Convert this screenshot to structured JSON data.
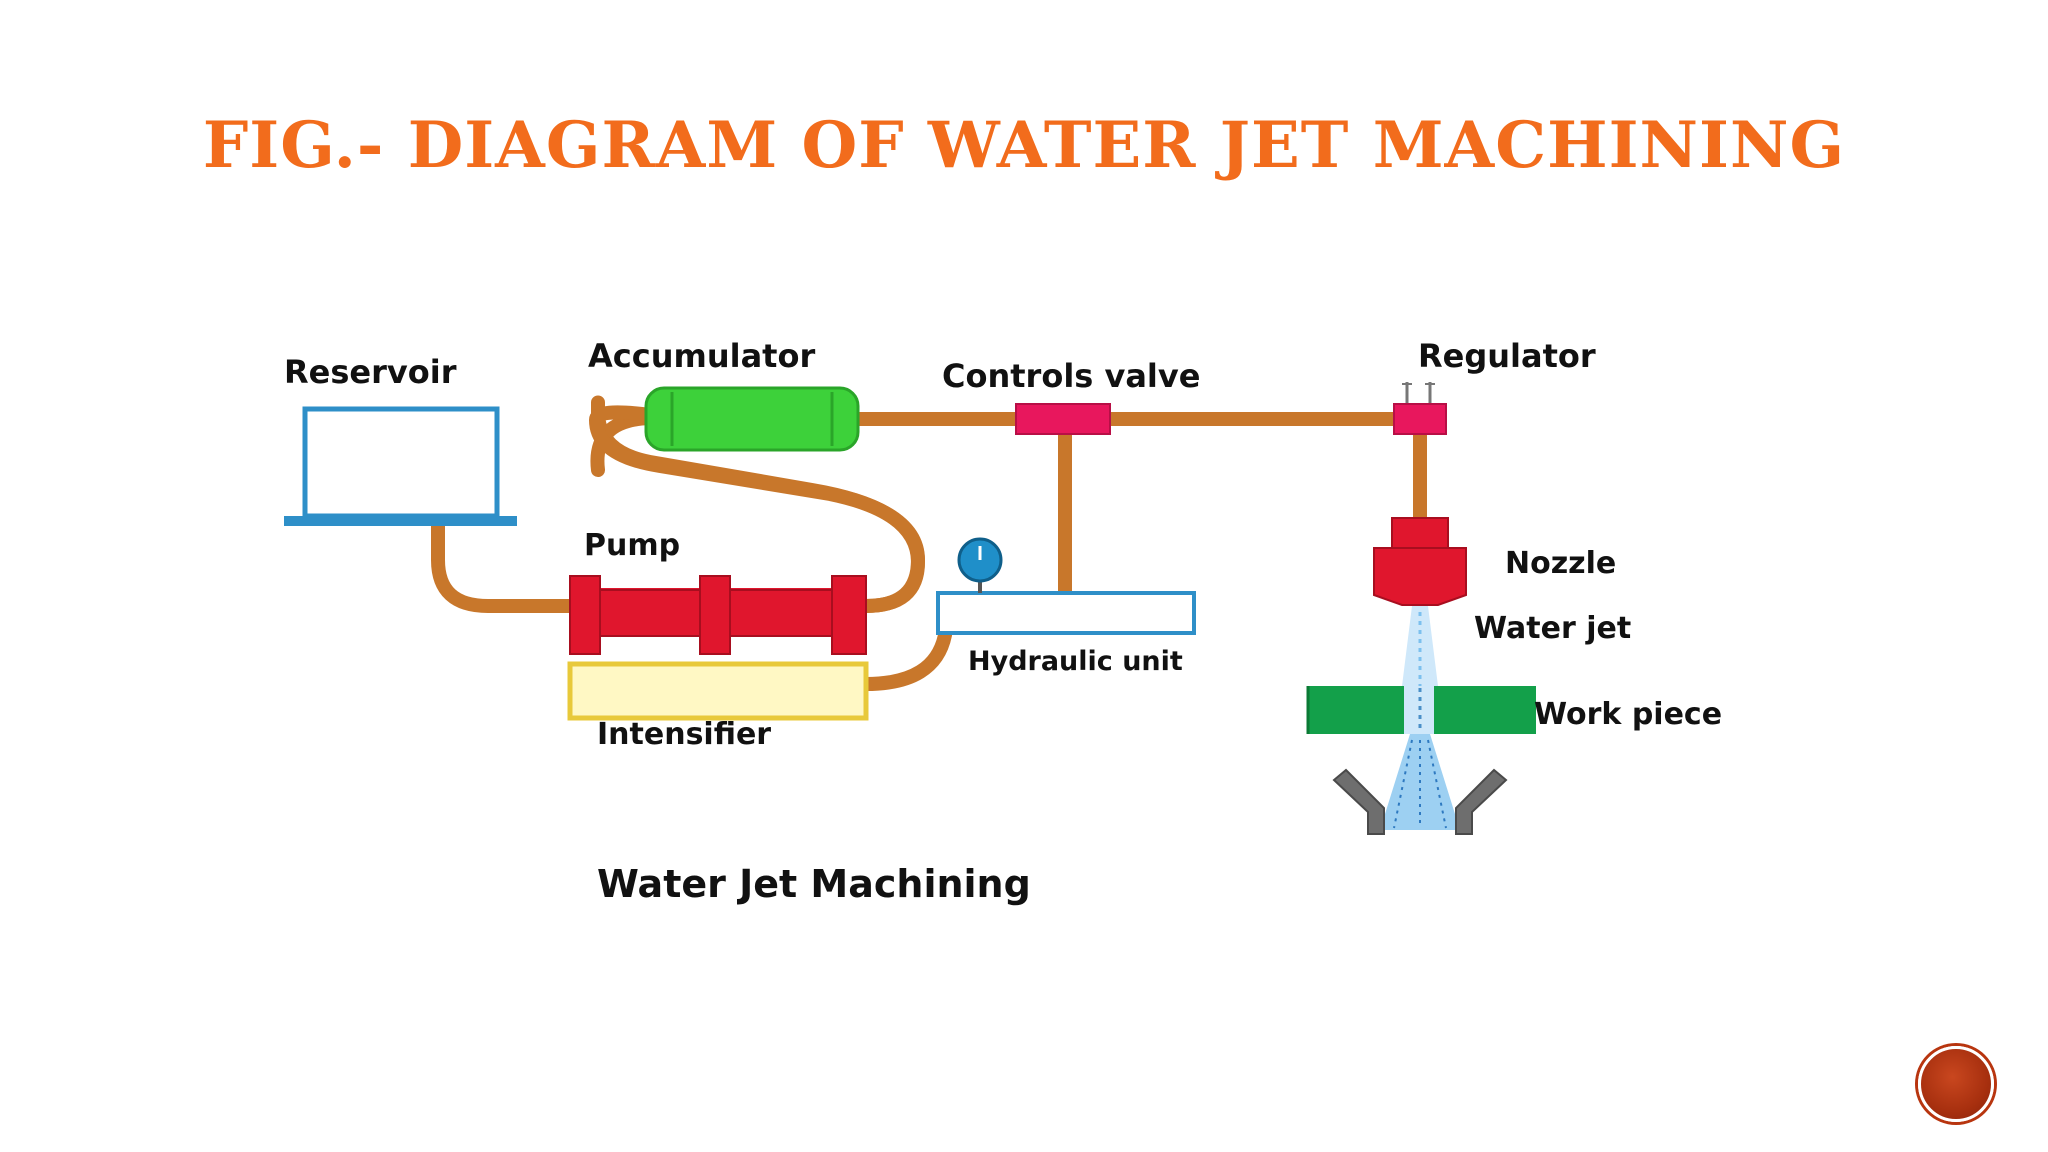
{
  "slide": {
    "title": "FIG.- DIAGRAM OF WATER JET MACHINING"
  },
  "diagram": {
    "caption": "Water Jet Machining",
    "labels": {
      "reservoir": "Reservoir",
      "accumulator": "Accumulator",
      "controls_valve": "Controls valve",
      "regulator": "Regulator",
      "pump": "Pump",
      "nozzle": "Nozzle",
      "water_jet": "Water jet",
      "hydraulic_unit": "Hydraulic unit",
      "work_piece": "Work piece",
      "intensifier": "Intensifier"
    },
    "colors": {
      "pipe": "#c8772b",
      "reservoir": "#2e8fc8",
      "accumulator": "#3dd13a",
      "pump": "#e0162d",
      "valve": "#e8175d",
      "intensifier": "#f7e37a",
      "work_piece": "#13a04a",
      "jet": "#7cc0ee",
      "catcher": "#6e6e6e",
      "gauge": "#1f8fc9"
    }
  },
  "nav": {
    "button_icon": "circle-nav-icon"
  }
}
